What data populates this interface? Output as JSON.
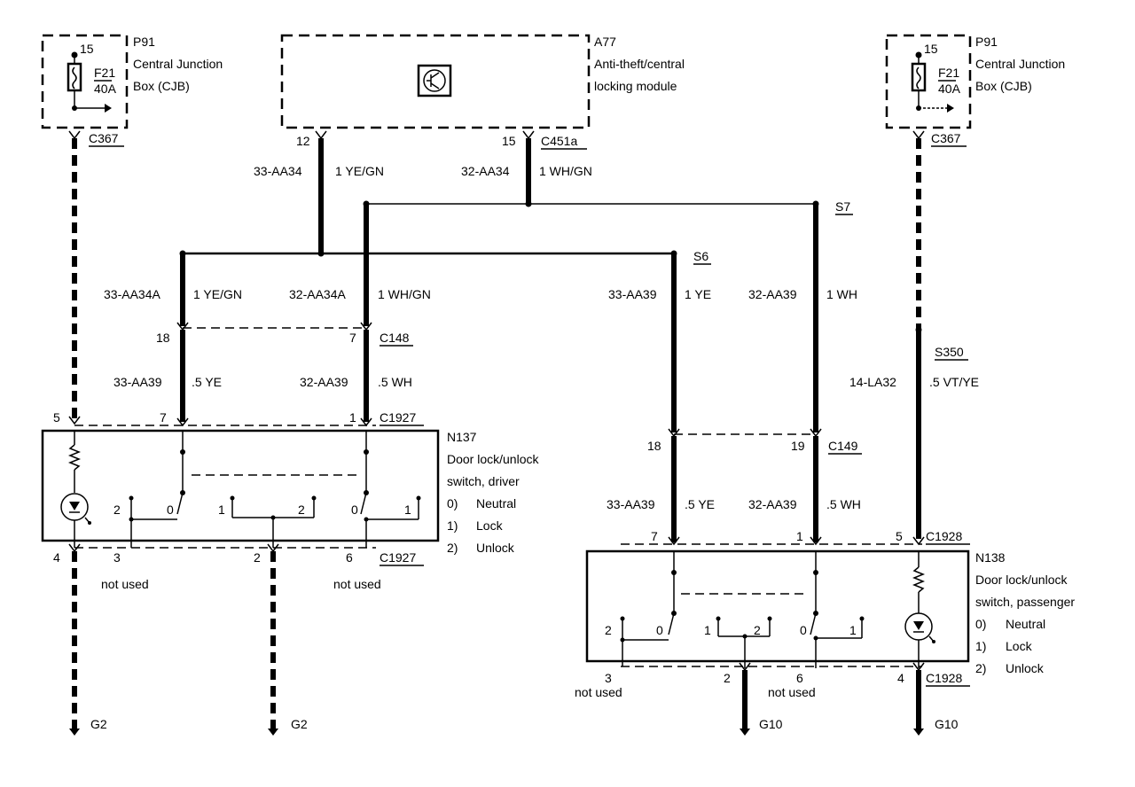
{
  "fuse_left": {
    "id": "P91",
    "name_line1": "Central Junction",
    "name_line2": "Box (CJB)",
    "pin": "15",
    "fuse_label": "F21",
    "fuse_rating": "40A",
    "connector": "C367"
  },
  "fuse_right": {
    "id": "P91",
    "name_line1": "Central Junction",
    "name_line2": "Box (CJB)",
    "pin": "15",
    "fuse_label": "F21",
    "fuse_rating": "40A",
    "connector": "C367"
  },
  "module": {
    "id": "A77",
    "name_line1": "Anti-theft/central",
    "name_line2": "locking module",
    "pin_left": "12",
    "pin_right": "15",
    "connector": "C451a",
    "icon": "module-symbol-icon"
  },
  "wires_top": {
    "left_circuit": "33-AA34",
    "left_color": "1 YE/GN",
    "right_circuit": "32-AA34",
    "right_color": "1 WH/GN"
  },
  "splices": {
    "s6": "S6",
    "s7": "S7",
    "s350": "S350"
  },
  "wires_mid": {
    "a_circuit": "33-AA34A",
    "a_color": "1 YE/GN",
    "b_circuit": "32-AA34A",
    "b_color": "1 WH/GN",
    "c_circuit": "33-AA39",
    "c_color": "1 YE",
    "d_circuit": "32-AA39",
    "d_color": "1 WH"
  },
  "c148": {
    "connector": "C148",
    "pin_left": "18",
    "pin_right": "7"
  },
  "wires_driver": {
    "a_circuit": "33-AA39",
    "a_color": ".5 YE",
    "b_circuit": "32-AA39",
    "b_color": ".5 WH"
  },
  "c1927_top": {
    "connector": "C1927",
    "pin_5": "5",
    "pin_7": "7",
    "pin_1": "1"
  },
  "driver_switch": {
    "id": "N137",
    "line1": "Door lock/unlock",
    "line2": "switch, driver",
    "modes": [
      {
        "num": "0)",
        "label": "Neutral"
      },
      {
        "num": "1)",
        "label": "Lock"
      },
      {
        "num": "2)",
        "label": "Unlock"
      }
    ],
    "contact_2": "2",
    "contact_0a": "0",
    "contact_1a": "1",
    "contact_2b": "2",
    "contact_0b": "0",
    "contact_1b": "1"
  },
  "c1927_bottom": {
    "connector": "C1927",
    "pin_4": "4",
    "pin_3": "3",
    "pin_2": "2",
    "pin_6": "6",
    "not_used_1": "not used",
    "not_used_2": "not used"
  },
  "c149": {
    "connector": "C149",
    "pin_left": "18",
    "pin_right": "19"
  },
  "wires_passenger": {
    "a_circuit": "33-AA39",
    "a_color": ".5 YE",
    "b_circuit": "32-AA39",
    "b_color": ".5 WH",
    "c_circuit": "14-LA32",
    "c_color": ".5 VT/YE"
  },
  "c1928_top": {
    "connector": "C1928",
    "pin_7": "7",
    "pin_1": "1",
    "pin_5": "5"
  },
  "passenger_switch": {
    "id": "N138",
    "line1": "Door lock/unlock",
    "line2": "switch, passenger",
    "modes": [
      {
        "num": "0)",
        "label": "Neutral"
      },
      {
        "num": "1)",
        "label": "Lock"
      },
      {
        "num": "2)",
        "label": "Unlock"
      }
    ],
    "contact_2": "2",
    "contact_0a": "0",
    "contact_1a": "1",
    "contact_2b": "2",
    "contact_0b": "0",
    "contact_1b": "1"
  },
  "c1928_bottom": {
    "connector": "C1928",
    "pin_3": "3",
    "pin_2": "2",
    "pin_6": "6",
    "pin_4": "4",
    "not_used_1": "not used",
    "not_used_2": "not used"
  },
  "grounds": {
    "g_driver_1": "G2",
    "g_driver_2": "G2",
    "g_pass_1": "G10",
    "g_pass_2": "G10"
  }
}
